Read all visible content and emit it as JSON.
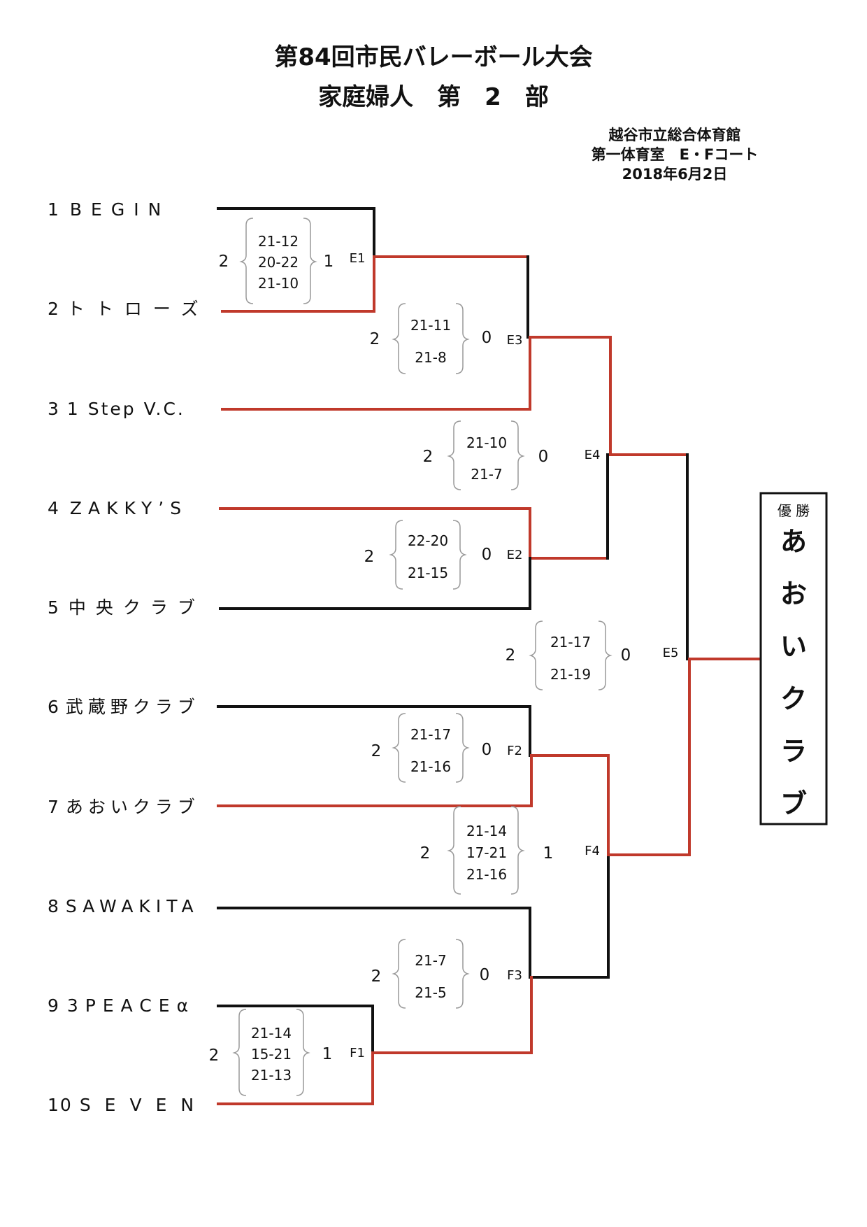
{
  "title": "第84回市民バレーボール大会",
  "subtitle": "家庭婦人　第　2　部",
  "venue": {
    "line1": "越谷市立総合体育館",
    "line2": "第一体育室　E・Fコート",
    "date": "2018年6月2日"
  },
  "teams": [
    {
      "num": "1",
      "name": "BEGIN"
    },
    {
      "num": "2",
      "name": "トトローズ"
    },
    {
      "num": "3",
      "name": "1 Step V.C."
    },
    {
      "num": "4",
      "name": "ZAKKY’S"
    },
    {
      "num": "5",
      "name": "中央クラブ"
    },
    {
      "num": "6",
      "name": "武蔵野クラブ"
    },
    {
      "num": "7",
      "name": "あおいクラブ"
    },
    {
      "num": "8",
      "name": "SAWAKITA"
    },
    {
      "num": "9",
      "name": "3PEACEα"
    },
    {
      "num": "10",
      "name": "SEVEN"
    }
  ],
  "matches": [
    {
      "code": "E1",
      "left": "2",
      "right": "1",
      "sets": [
        "21-12",
        "20-22",
        "21-10"
      ]
    },
    {
      "code": "E3",
      "left": "2",
      "right": "0",
      "sets": [
        "21-11",
        "21-8"
      ]
    },
    {
      "code": "E4",
      "left": "2",
      "right": "0",
      "sets": [
        "21-10",
        "21-7"
      ]
    },
    {
      "code": "E2",
      "left": "2",
      "right": "0",
      "sets": [
        "22-20",
        "21-15"
      ]
    },
    {
      "code": "E5",
      "left": "2",
      "right": "0",
      "sets": [
        "21-17",
        "21-19"
      ]
    },
    {
      "code": "F2",
      "left": "2",
      "right": "0",
      "sets": [
        "21-17",
        "21-16"
      ]
    },
    {
      "code": "F4",
      "left": "2",
      "right": "1",
      "sets": [
        "21-14",
        "17-21",
        "21-16"
      ]
    },
    {
      "code": "F3",
      "left": "2",
      "right": "0",
      "sets": [
        "21-7",
        "21-5"
      ]
    },
    {
      "code": "F1",
      "left": "2",
      "right": "1",
      "sets": [
        "21-14",
        "15-21",
        "21-13"
      ]
    }
  ],
  "champion": {
    "label": "優 勝",
    "name": [
      "あ",
      "お",
      "い",
      "ク",
      "ラ",
      "ブ"
    ]
  },
  "colors": {
    "winner_line": "#c0392b",
    "normal_line": "#111111"
  }
}
